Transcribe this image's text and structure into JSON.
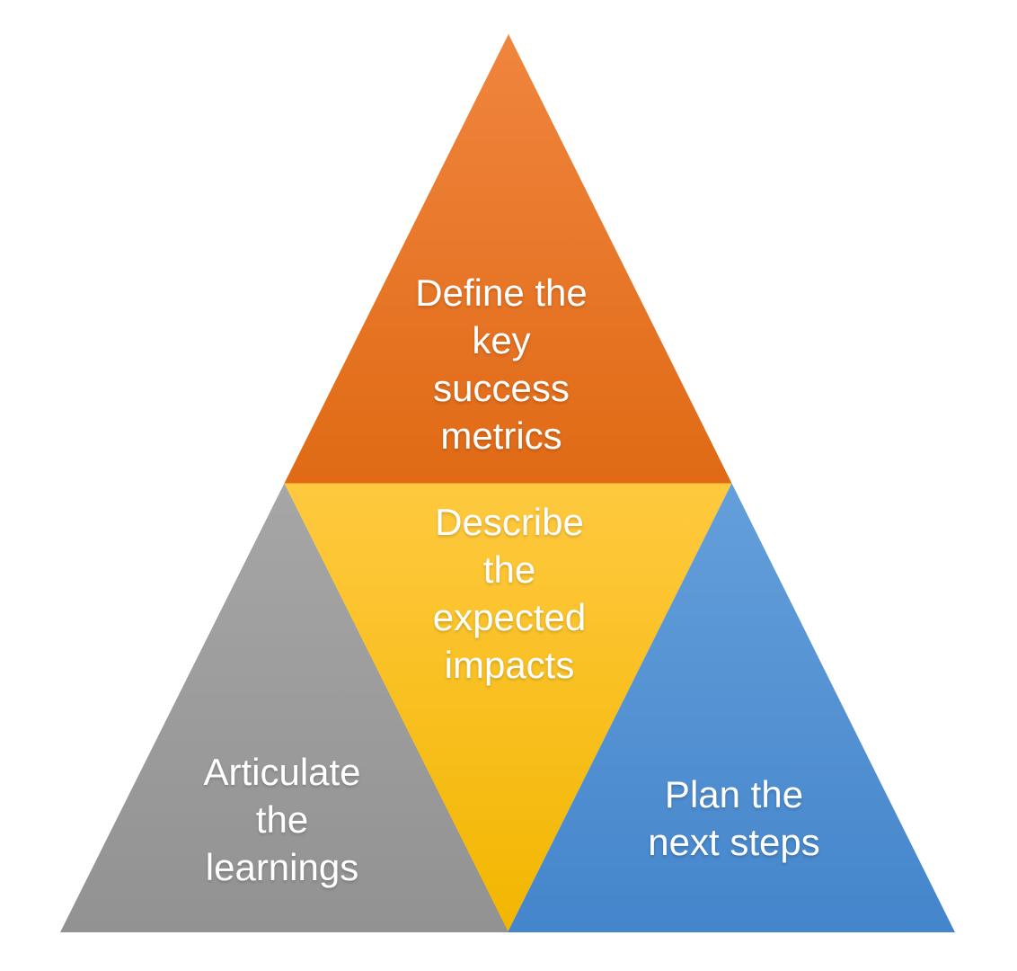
{
  "diagram": {
    "type": "segmented-pyramid",
    "background_color": "#ffffff",
    "text_color": "#ffffff",
    "segments": [
      {
        "position": "top",
        "label": "Define the\nkey\nsuccess\nmetrics",
        "color_top": "#F0853E",
        "color_bottom": "#E06A15"
      },
      {
        "position": "middle-inverted",
        "label": "Describe\nthe\nexpected\nimpacts",
        "color_top": "#FFC93F",
        "color_bottom": "#F2B600"
      },
      {
        "position": "bottom-left",
        "label": "Articulate\nthe\nlearnings",
        "color_top": "#A6A6A6",
        "color_bottom": "#929292"
      },
      {
        "position": "bottom-right",
        "label": "Plan the\nnext steps",
        "color_top": "#649FDA",
        "color_bottom": "#4485CB"
      }
    ]
  }
}
